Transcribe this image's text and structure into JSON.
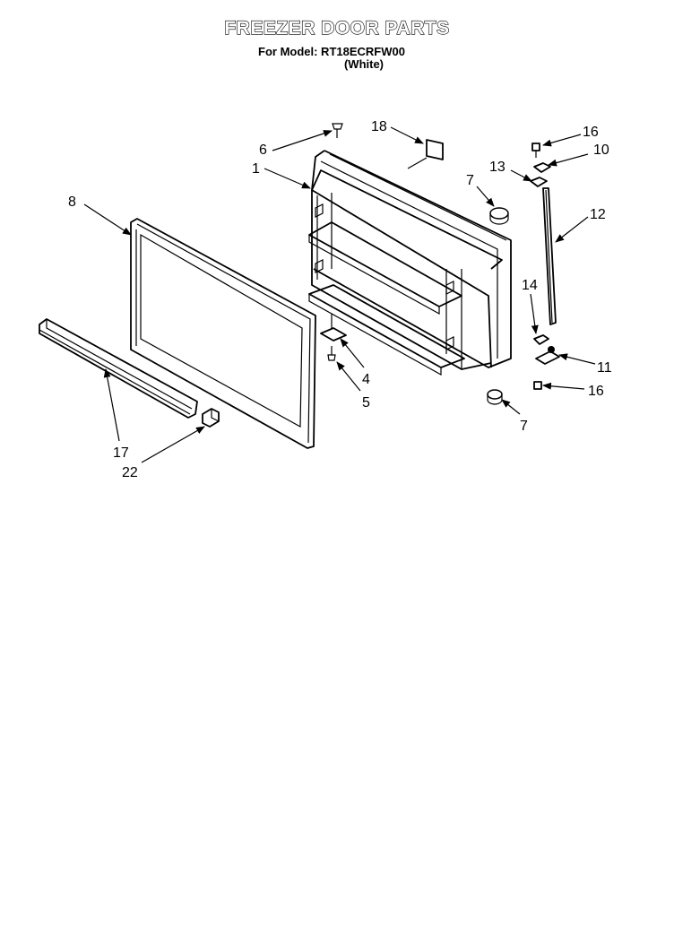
{
  "title": "FREEZER DOOR PARTS",
  "model_line": "For Model: RT18ECRFW00",
  "color_line": "(White)",
  "callouts": {
    "c1": "1",
    "c4": "4",
    "c5": "5",
    "c6": "6",
    "c7a": "7",
    "c7b": "7",
    "c8": "8",
    "c10": "10",
    "c11": "11",
    "c12": "12",
    "c13": "13",
    "c14": "14",
    "c16a": "16",
    "c16b": "16",
    "c17": "17",
    "c18": "18",
    "c22": "22"
  }
}
